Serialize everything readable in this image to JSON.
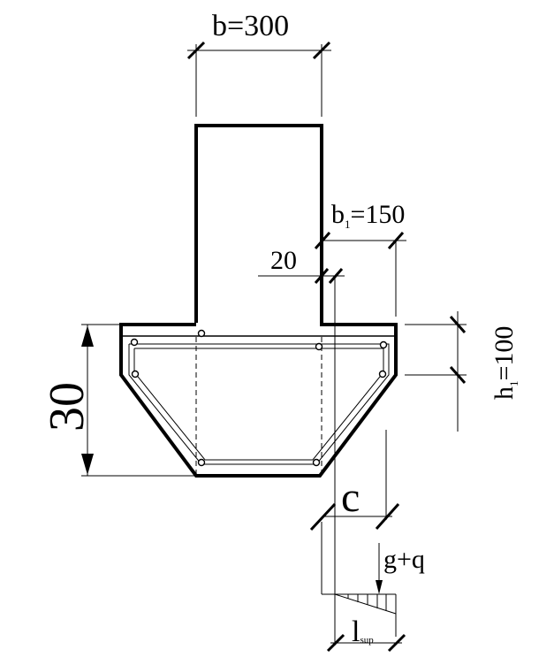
{
  "labels": {
    "b": "b=300",
    "b1_prefix": "b",
    "b1_sub": "1",
    "b1_value": "=150",
    "cover": "20",
    "h1_prefix": "h",
    "h1_sub": "1",
    "h1_value": "=100",
    "height": "30",
    "c": "c",
    "load": "g+q",
    "lsup_main": "l",
    "lsup_sub": "sup"
  }
}
